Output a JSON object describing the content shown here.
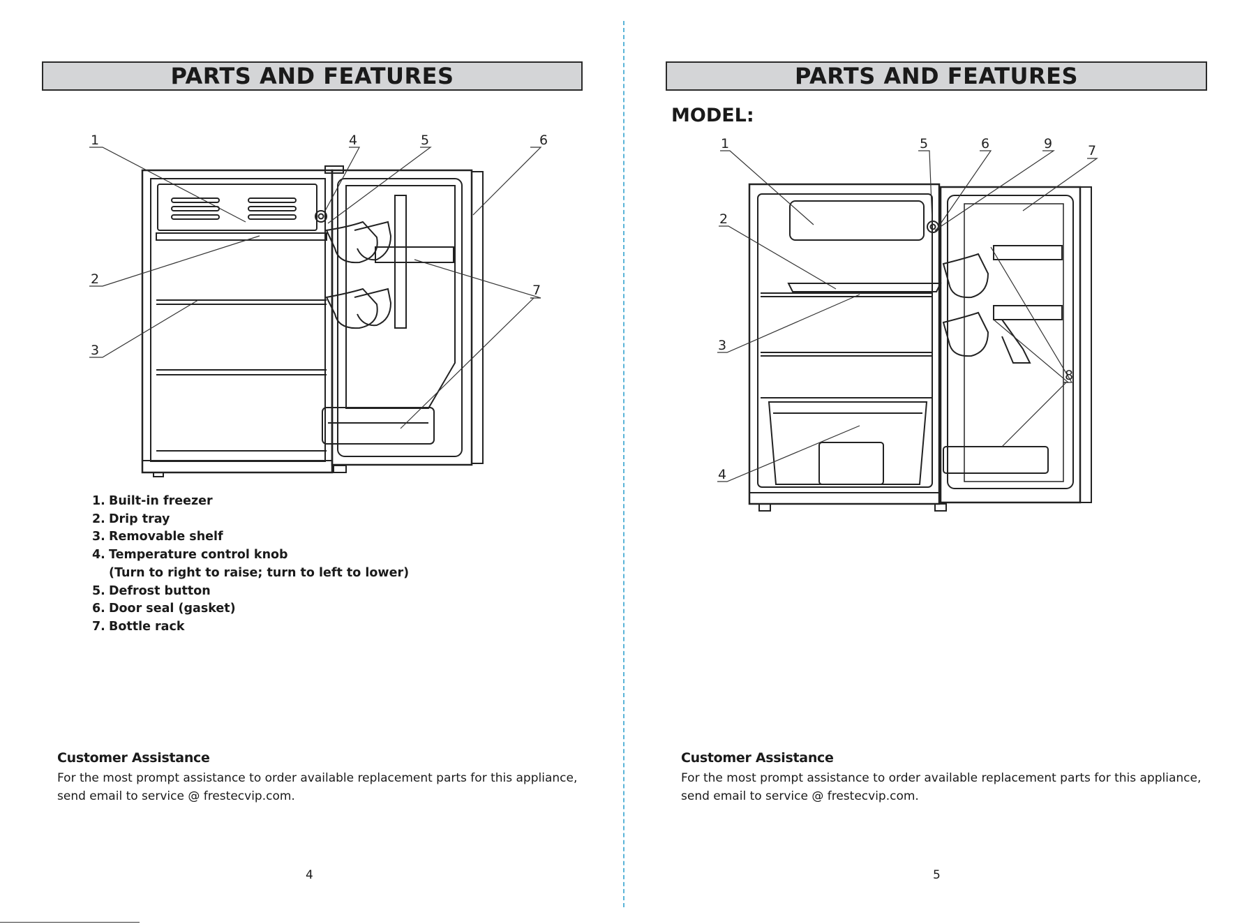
{
  "left_page": {
    "title": "PARTS AND FEATURES",
    "callouts": [
      "1",
      "4",
      "5",
      "6",
      "2",
      "7",
      "3"
    ],
    "parts": [
      {
        "num": "1.",
        "label": "Built-in freezer"
      },
      {
        "num": "2.",
        "label": "Drip tray"
      },
      {
        "num": "3.",
        "label": "Removable shelf"
      },
      {
        "num": "4.",
        "label": "Temperature control knob"
      },
      {
        "num": "",
        "label": "(Turn to right to raise; turn to left to lower)"
      },
      {
        "num": "5.",
        "label": "Defrost button"
      },
      {
        "num": "6.",
        "label": "Door seal (gasket)"
      },
      {
        "num": "7.",
        "label": "Bottle rack"
      }
    ],
    "assistance_title": "Customer Assistance",
    "assistance_line1": "For the most prompt assistance to order available replacement parts for this appliance,",
    "assistance_line2": "send email to service @ frestecvip.com.",
    "page_number": "4"
  },
  "right_page": {
    "title": "PARTS AND FEATURES",
    "model_label": "MODEL:",
    "callouts": [
      "1",
      "5",
      "6",
      "9",
      "7",
      "2",
      "3",
      "8",
      "4"
    ],
    "assistance_title": "Customer Assistance",
    "assistance_line1": "For the most prompt assistance to order available replacement parts for this appliance,",
    "assistance_line2": "send email to service @ frestecvip.com.",
    "page_number": "5"
  }
}
